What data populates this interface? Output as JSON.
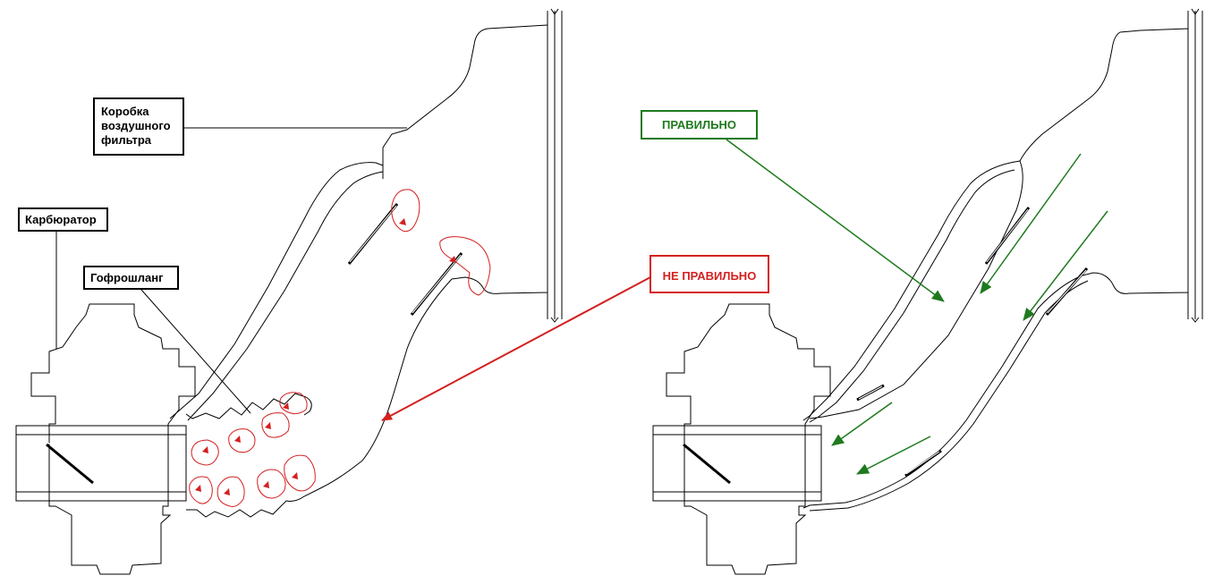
{
  "labels": {
    "air_filter_box": {
      "line1": "Коробка",
      "line2": "воздушного",
      "line3": "фильтра"
    },
    "carburetor": "Карбюратор",
    "corrugated_hose": "Гофрошланг",
    "correct": "ПРАВИЛЬНО",
    "incorrect": "НЕ ПРАВИЛЬНО"
  },
  "colors": {
    "outline": "#000000",
    "correct": "#1e7a1e",
    "incorrect": "#d42020",
    "background": "#ffffff"
  }
}
